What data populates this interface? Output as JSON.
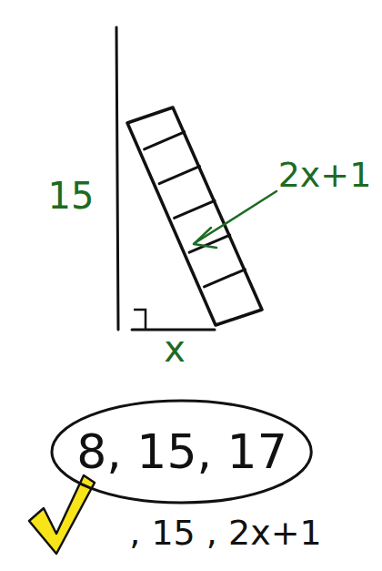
{
  "diagram": {
    "nodes": [
      {
        "text": [
          "8, 15, 17"
        ]
      }
    ],
    "labels": [
      "15",
      "x",
      "2x+1",
      ", 15 , 2x+1"
    ]
  }
}
